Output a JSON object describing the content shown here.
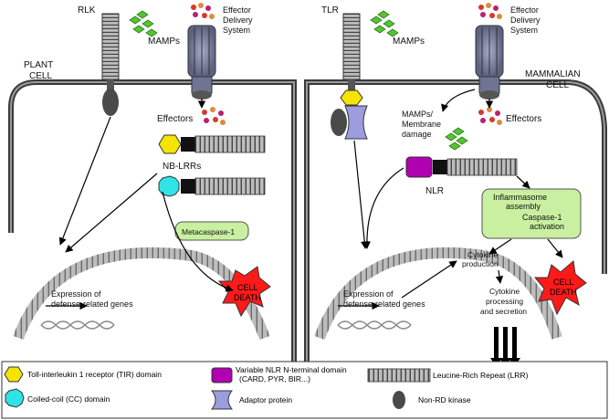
{
  "labels": {
    "rlk": "RLK",
    "mamps_left": "MAMPs",
    "effector_system_left": [
      "Effector",
      "Delivery",
      "System"
    ],
    "plant_cell": [
      "PLANT",
      "CELL"
    ],
    "effectors_left": "Effectors",
    "nb_lrrs": "NB-LRRs",
    "metacaspase": "Metacaspase-1",
    "cell_death_left": [
      "CELL",
      "DEATH"
    ],
    "expression_left": [
      "Expression of",
      "defense-related genes"
    ],
    "tlr": "TLR",
    "mamps_right": "MAMPs",
    "effector_system_right": [
      "Effector",
      "Delivery",
      "System"
    ],
    "mammalian_cell": [
      "MAMMALIAN",
      "CELL"
    ],
    "mamps_membrane": [
      "MAMPs/",
      "Membrane",
      "damage"
    ],
    "effectors_right": "Effectors",
    "nlr": "NLR",
    "inflammasome": [
      "Inflammasome",
      "assembly"
    ],
    "caspase": [
      "Caspase-1",
      "activation"
    ],
    "cytokine_production": [
      "Cytokine",
      "production"
    ],
    "cytokine_processing": [
      "Cytokine",
      "processing",
      "and secretion"
    ],
    "cell_death_right": [
      "CELL",
      "DEATH"
    ],
    "expression_right": [
      "Expression of",
      "defense-related genes"
    ]
  },
  "legend": {
    "tir": "Toll-interleukin 1 receptor (TIR) domain",
    "cc": "Coiled-coil (CC) domain",
    "nlr_n": [
      "Variable NLR N-terminal domain",
      "(CARD, PYR, BIR...)"
    ],
    "adaptor": "Adaptor protein",
    "lrr": "Leucine-Rich Repeat (LRR)",
    "non_rd": "Non-RD kinase"
  },
  "colors": {
    "tir": "#f4e400",
    "cc": "#2fe3e6",
    "nlr_n": "#b000b0",
    "adaptor": "#9c9cdf",
    "mamps": "#55c433",
    "box_fill": "#c9f0a0",
    "death": "#ff1a1a"
  }
}
